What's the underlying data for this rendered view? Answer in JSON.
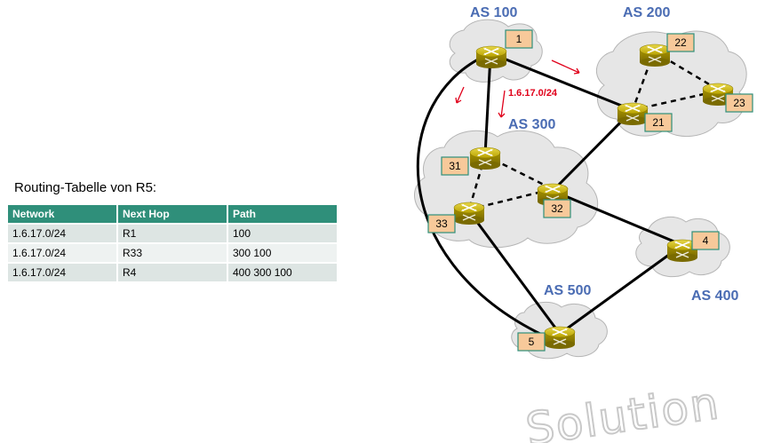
{
  "table": {
    "caption": "Routing-Tabelle von R5:",
    "headers": [
      "Network",
      "Next Hop",
      "Path"
    ],
    "rows": [
      [
        "1.6.17.0/24",
        "R1",
        "100"
      ],
      [
        "1.6.17.0/24",
        "R33",
        "300 100"
      ],
      [
        "1.6.17.0/24",
        "R4",
        "400 300 100"
      ]
    ]
  },
  "diagram": {
    "as_labels": {
      "as100": "AS 100",
      "as200": "AS 200",
      "as300": "AS 300",
      "as400": "AS 400",
      "as500": "AS 500"
    },
    "routers": {
      "r1": "1",
      "r21": "21",
      "r22": "22",
      "r23": "23",
      "r31": "31",
      "r32": "32",
      "r33": "33",
      "r4": "4",
      "r5": "5"
    },
    "route_announcement": "1.6.17.0/24",
    "colors": {
      "router_body": "#c8b400",
      "label_box": "#f7c99a",
      "label_border": "#2f8f7a",
      "as_text": "#4a6cb3",
      "announce": "#e0001a",
      "cloud": "#e6e6e6",
      "table_header": "#2f8f7a"
    }
  },
  "watermark": "Solution"
}
